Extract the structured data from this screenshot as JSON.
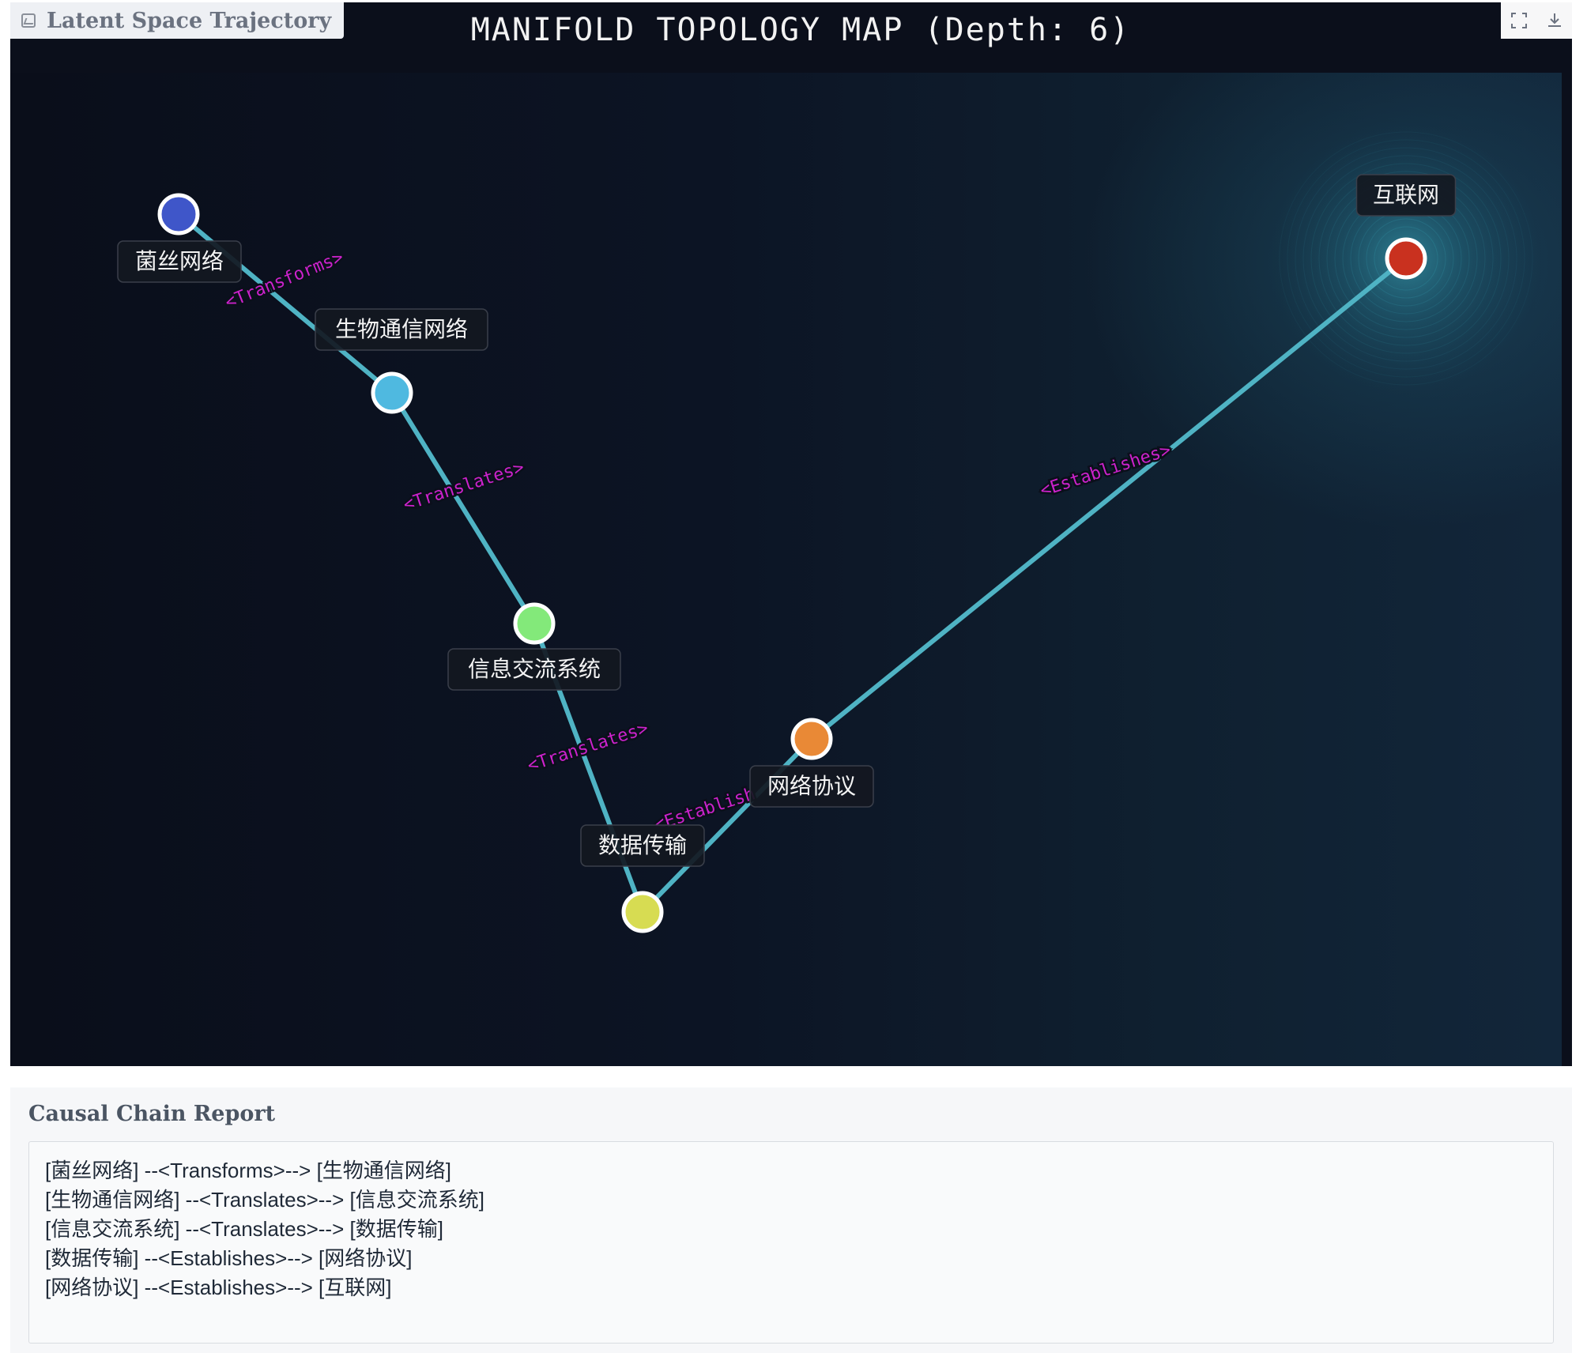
{
  "panel": {
    "label": "Latent Space Trajectory",
    "title": "MANIFOLD TOPOLOGY MAP (Depth: 6)",
    "toolbar": {
      "fullscreen_icon": "fullscreen-icon",
      "download_icon": "download-icon"
    }
  },
  "colors": {
    "background": "#0b0f1b",
    "edge": "#4fb3c4",
    "edge_label": "#cc22cc",
    "node_border": "#ffffff"
  },
  "nodes": [
    {
      "id": "n1",
      "label": "菌丝网络",
      "color": "#3f56c9"
    },
    {
      "id": "n2",
      "label": "生物通信网络",
      "color": "#4fb9e0"
    },
    {
      "id": "n3",
      "label": "信息交流系统",
      "color": "#83e97a"
    },
    {
      "id": "n4",
      "label": "数据传输",
      "color": "#d7dc52"
    },
    {
      "id": "n5",
      "label": "网络协议",
      "color": "#e98936"
    },
    {
      "id": "n6",
      "label": "互联网",
      "color": "#c9311f"
    }
  ],
  "edges": [
    {
      "from": "n1",
      "to": "n2",
      "label": "<Transforms>"
    },
    {
      "from": "n2",
      "to": "n3",
      "label": "<Translates>"
    },
    {
      "from": "n3",
      "to": "n4",
      "label": "<Translates>"
    },
    {
      "from": "n4",
      "to": "n5",
      "label": "<Establish"
    },
    {
      "from": "n5",
      "to": "n6",
      "label": "<Establishes>"
    }
  ],
  "report": {
    "title": "Causal Chain Report",
    "lines": [
      "[菌丝网络] --<Transforms>--> [生物通信网络]",
      "[生物通信网络] --<Translates>--> [信息交流系统]",
      "[信息交流系统] --<Translates>--> [数据传输]",
      "[数据传输] --<Establishes>--> [网络协议]",
      "[网络协议] --<Establishes>--> [互联网]"
    ]
  }
}
